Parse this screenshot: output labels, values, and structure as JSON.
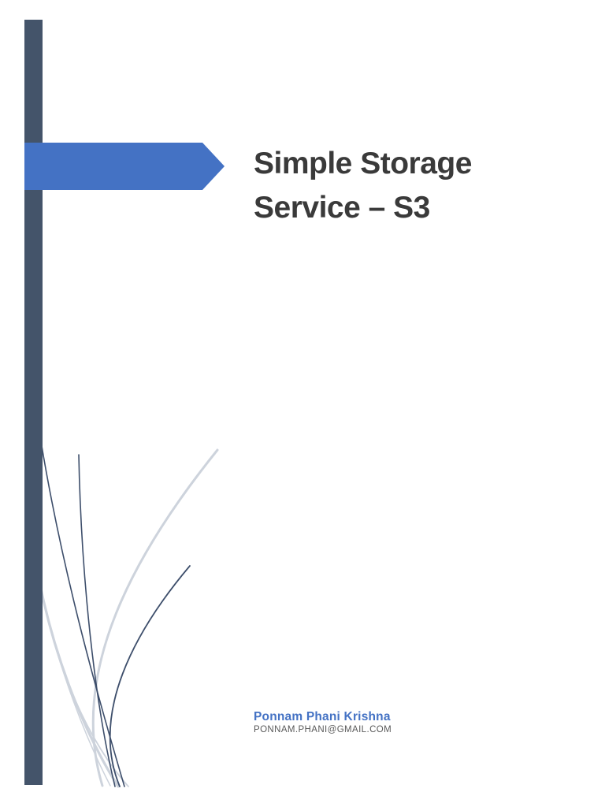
{
  "title": {
    "line1": "Simple Storage",
    "line2": "Service – S3"
  },
  "author": {
    "name": "Ponnam Phani Krishna",
    "email": "PONNAM.PHANI@GMAIL.COM"
  },
  "colors": {
    "page_bg": "#FFFFFF",
    "accent_blue": "#4472C4",
    "bar_slate": "#44546A",
    "title_text": "#3A3A3A",
    "author_name_blue": "#4472C4",
    "email_gray": "#595959",
    "curve_dark": "#3D4E6B",
    "curve_light": "#CDD3DC"
  }
}
